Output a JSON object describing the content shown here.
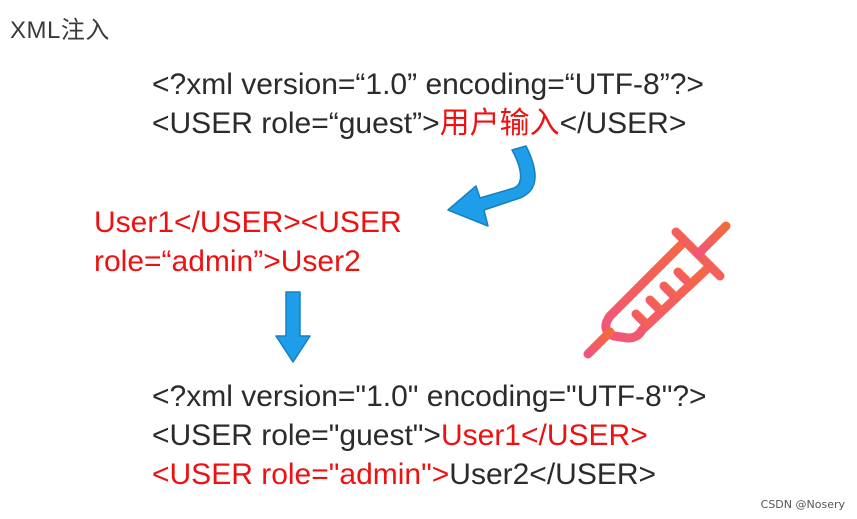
{
  "title": "XML注入",
  "template": {
    "line1": "<?xml version=“1.0” encoding=“UTF-8”?>",
    "line2_prefix": "<USER role=“guest”>",
    "line2_input": "用户输入",
    "line2_suffix": "</USER>"
  },
  "payload": {
    "line1": "User1</USER><USER",
    "line2": "role=“admin”>User2"
  },
  "result": {
    "line1": "<?xml version=\"1.0\"  encoding=\"UTF-8\"?>",
    "line2_prefix": "<USER role=\"guest\">",
    "line2_injected": "User1</USER>",
    "line3_injected": "<USER role=\"admin\">",
    "line3_suffix": "User2</USER>"
  },
  "watermark": "CSDN @Nosery",
  "colors": {
    "injected_text": "#ee1111",
    "arrow": "#1e9ee8",
    "syringe": "#f4425a"
  },
  "icons": [
    "curved-arrow-icon",
    "down-arrow-icon",
    "syringe-icon"
  ]
}
